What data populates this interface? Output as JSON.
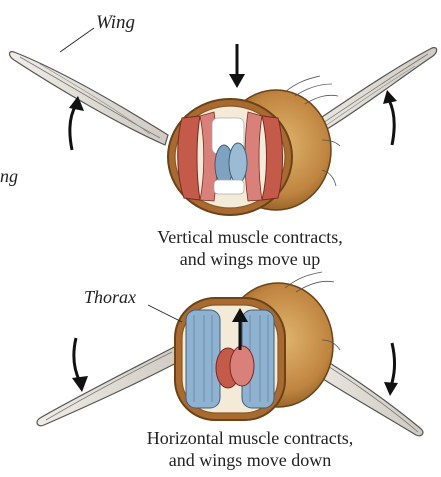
{
  "labels": {
    "wing": "Wing",
    "thorax": "Thorax",
    "left_edge_fragment": "ng"
  },
  "captions": {
    "upstroke_line1": "Vertical muscle contracts,",
    "upstroke_line2": "and wings move up",
    "downstroke_line1": "Horizontal muscle contracts,",
    "downstroke_line2": "and wings move down"
  },
  "colors": {
    "thorax_shell": "#c78f45",
    "thorax_shell_dark": "#8a5a22",
    "vertical_muscle": "#c45a4a",
    "horizontal_muscle": "#8fb2d0",
    "wing_membrane": "#e4e0da",
    "arrow": "#111111"
  }
}
